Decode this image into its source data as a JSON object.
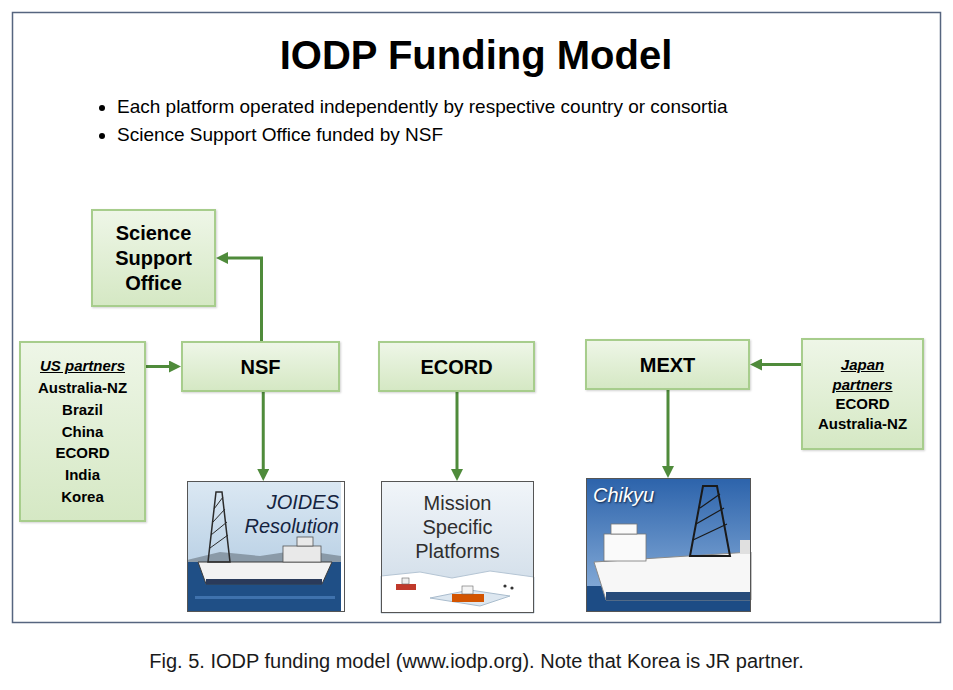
{
  "diagram": {
    "title": "IODP Funding Model",
    "caption": "Fig. 5. IODP funding model (www.iodp.org). Note that Korea is JR partner.",
    "nodes": [
      {
        "text": [
          "Science Support Office"
        ]
      },
      {
        "text": [
          "US partners",
          "Australia-NZ",
          "Brazil",
          "China",
          "ECORD",
          "India",
          "Korea"
        ]
      },
      {
        "text": [
          "NSF"
        ]
      },
      {
        "text": [
          "ECORD"
        ]
      },
      {
        "text": [
          "MEXT"
        ]
      },
      {
        "text": [
          "Japan partners",
          "ECORD",
          "Australia-NZ"
        ]
      },
      {
        "text": [
          "JOIDES Resolution"
        ]
      },
      {
        "text": [
          "Mission Specific Platforms"
        ]
      },
      {
        "text": [
          "Chikyu"
        ]
      }
    ],
    "edges": [
      {
        "from": 1,
        "to": 2,
        "arrow": "to"
      },
      {
        "from": 2,
        "to": 0,
        "arrow": "to"
      },
      {
        "from": 2,
        "to": 6,
        "arrow": "to"
      },
      {
        "from": 3,
        "to": 7,
        "arrow": "to"
      },
      {
        "from": 4,
        "to": 8,
        "arrow": "to"
      },
      {
        "from": 5,
        "to": 4,
        "arrow": "to"
      }
    ],
    "labels": [
      "Each platform operated independently by respective country or consortia",
      "Science Support Office funded by NSF"
    ]
  }
}
